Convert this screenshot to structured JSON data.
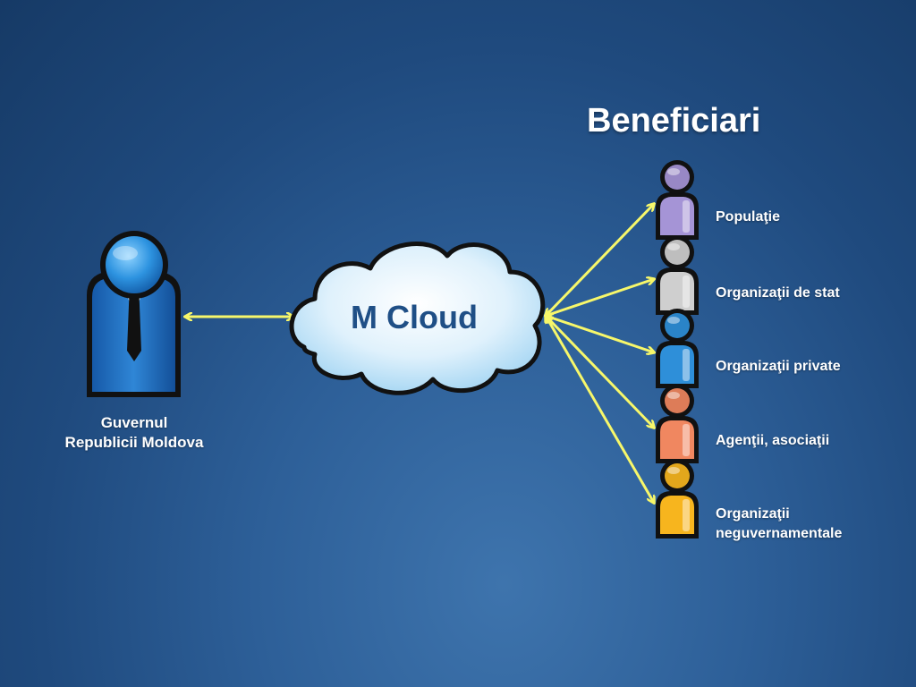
{
  "title": "Beneficiari",
  "center": {
    "label": "M Cloud",
    "icon": "cloud-icon"
  },
  "government": {
    "label_line1": "Guvernul",
    "label_line2": "Republicii Moldova",
    "icon": "business-person-icon"
  },
  "beneficiaries": [
    {
      "label": "Populaţie",
      "color": "#a594d6"
    },
    {
      "label": "Organizaţii de stat",
      "color": "#cfcfcf"
    },
    {
      "label": "Organizaţii private",
      "color": "#2e8fd9"
    },
    {
      "label": "Agenţii, asociaţii",
      "color": "#f08760"
    },
    {
      "label_line1": "Organizaţii",
      "label_line2": "neguvernamentale",
      "color": "#f7b51e"
    }
  ],
  "colors": {
    "arrow": "#f7f76a",
    "cloud_label": "#1f4f86",
    "government_suit": "#1f6fbf"
  }
}
